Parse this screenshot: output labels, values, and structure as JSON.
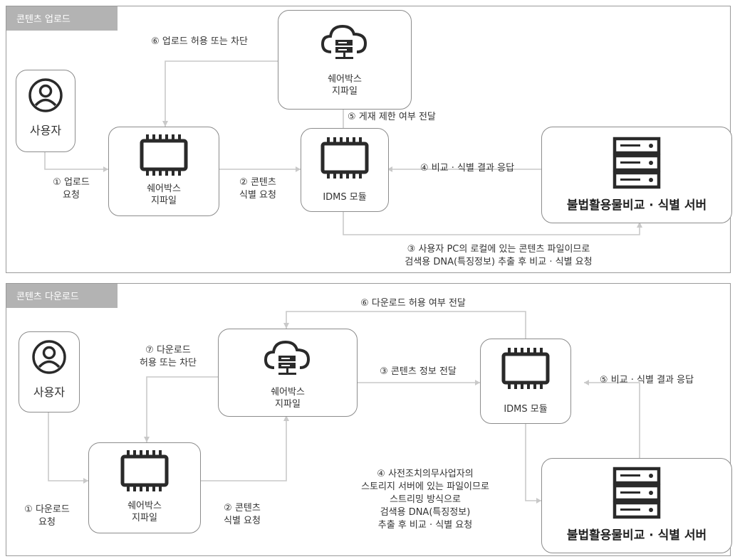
{
  "upload": {
    "section_title": "콘텐츠 업로드",
    "user_label": "사용자",
    "share_label_line1": "쉐어박스",
    "share_label_line2": "지파일",
    "cloud_label_line1": "쉐어박스",
    "cloud_label_line2": "지파일",
    "idms_label": "IDMS 모듈",
    "server_label": "불법활용물비교 · 식별 서버",
    "step1_line1": "① 업로드",
    "step1_line2": "요청",
    "step2_line1": "② 콘텐츠",
    "step2_line2": "식별 요청",
    "step3_line1": "③ 사용자 PC의 로컬에 있는 콘텐츠 파일이므로",
    "step3_line2": "검색용 DNA(특징정보) 추출 후 비교 · 식별 요청",
    "step4": "④ 비교 · 식별 결과 응답",
    "step5": "⑤ 게재 제한 여부 전달",
    "step6": "⑥ 업로드 허용 또는 차단"
  },
  "download": {
    "section_title": "콘텐츠 다운로드",
    "user_label": "사용자",
    "share_label_line1": "쉐어박스",
    "share_label_line2": "지파일",
    "cloud_label_line1": "쉐어박스",
    "cloud_label_line2": "지파일",
    "idms_label": "IDMS 모듈",
    "server_label": "불법활용물비교 · 식별 서버",
    "step1_line1": "① 다운로드",
    "step1_line2": "요청",
    "step2_line1": "② 콘텐츠",
    "step2_line2": "식별 요청",
    "step3": "③ 콘텐츠 정보 전달",
    "step4_line1": "④ 사전조치의무사업자의",
    "step4_line2": "스토리지 서버에 있는 파일이므로",
    "step4_line3": "스트리밍 방식으로",
    "step4_line4": "검색용 DNA(특징정보)",
    "step4_line5": "추출 후 비교 · 식별 요청",
    "step5": "⑤ 비교 · 식별 결과 응답",
    "step6": "⑥ 다운로드 허용 여부 전달",
    "step7_line1": "⑦ 다운로드",
    "step7_line2": "허용 또는 차단"
  },
  "colors": {
    "line": "#c9c9c9",
    "border": "#8c8c8c",
    "tag_bg": "#b3b3b3",
    "icon": "#2a2a2a"
  }
}
